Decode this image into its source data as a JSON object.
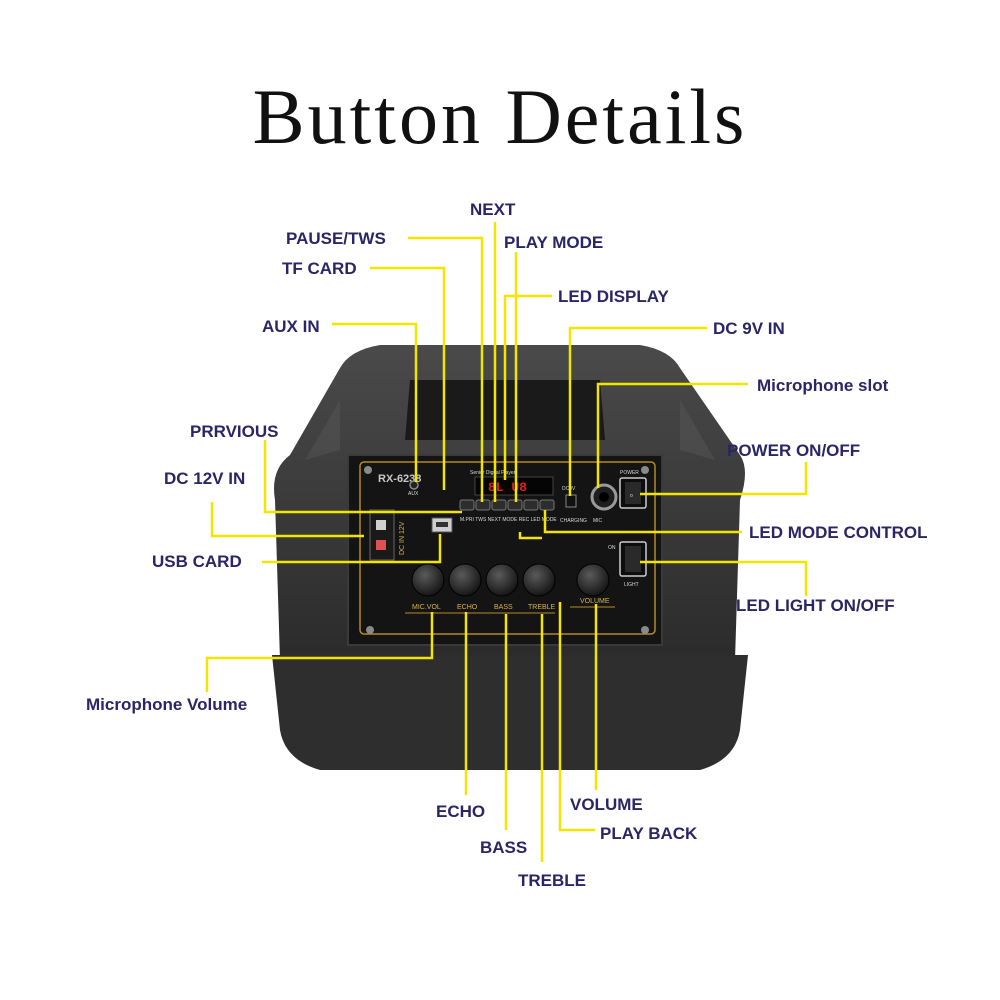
{
  "title": "Button Details",
  "callouts": {
    "next": "NEXT",
    "pause_tws": "PAUSE/TWS",
    "play_mode": "PLAY MODE",
    "tf_card": "TF CARD",
    "led_display": "LED DISPLAY",
    "aux_in": "AUX IN",
    "dc_9v_in": "DC 9V IN",
    "microphone_slot": "Microphone slot",
    "previous": "PRRVIOUS",
    "power_on_off": "POWER ON/OFF",
    "dc_12v_in": "DC 12V IN",
    "led_mode_control": "LED MODE CONTROL",
    "usb_card": "USB CARD",
    "led_light_on_off": "LED LIGHT ON/OFF",
    "microphone_volume": "Microphone Volume",
    "echo": "ECHO",
    "volume": "VOLUME",
    "play_back": "PLAY BACK",
    "bass": "BASS",
    "treble": "TREBLE"
  },
  "panel": {
    "model": "RX-6238",
    "player_label": "Senior Digital Player",
    "display_text": "8L U8",
    "aux_label": "AUX",
    "dc_label": "DC IN 12V",
    "dc9v_label": "DC9V",
    "power_label": "POWER",
    "light_label": "LIGHT",
    "on_label": "ON",
    "charging_label": "CHARGING",
    "mic_label": "MIC",
    "button_labels": "M.PRI TWS  NEXT  MODE  REC  LED MODE",
    "knob_labels": {
      "mic_vol": "MIC.VOL",
      "echo": "ECHO",
      "bass": "BASS",
      "treble": "TREBLE",
      "volume": "VOLUME"
    }
  }
}
